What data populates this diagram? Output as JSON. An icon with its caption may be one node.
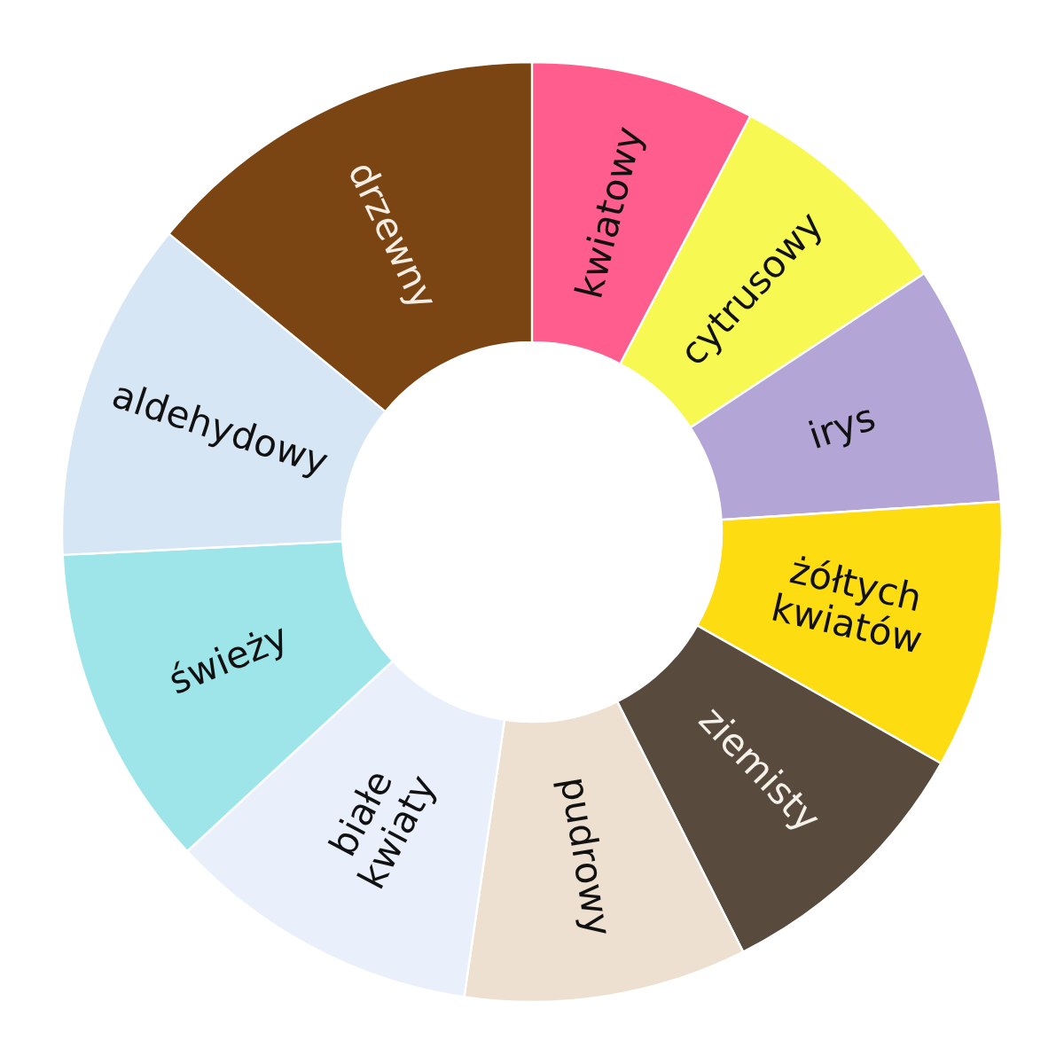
{
  "diagram": {
    "nodes": [
      {
        "text": [
          "kwiatowy"
        ]
      },
      {
        "text": [
          "cytrusowy"
        ]
      },
      {
        "text": [
          "irys"
        ]
      },
      {
        "text": [
          "żółtych kwiatów"
        ]
      },
      {
        "text": [
          "ziemisty"
        ]
      },
      {
        "text": [
          "pudrowy"
        ]
      },
      {
        "text": [
          "białe kwiaty"
        ]
      },
      {
        "text": [
          "świeży"
        ]
      },
      {
        "text": [
          "aldehydowy"
        ]
      },
      {
        "text": [
          "drzewny"
        ]
      }
    ]
  }
}
